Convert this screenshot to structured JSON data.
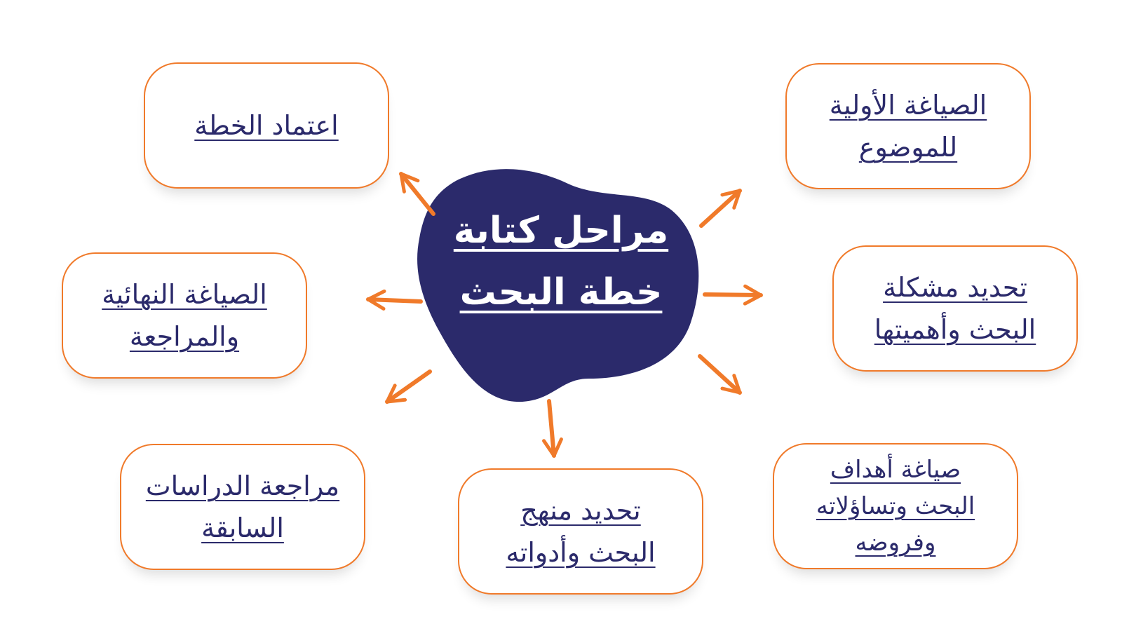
{
  "center": {
    "title": "مراحل كتابة خطة البحث"
  },
  "boxes": {
    "initial_formulation": "الصياغة الأولية للموضوع",
    "problem_definition": "تحديد مشكلة البحث وأهميتها",
    "objectives": "صياغة أهداف البحث وتساؤلاته وفروضه",
    "methodology": "تحديد منهج البحث وأدواته",
    "literature_review": "مراجعة الدراسات السابقة",
    "final_formulation": "الصياغة النهائية والمراجعة",
    "plan_approval": "اعتماد الخطة"
  },
  "colors": {
    "blob": "#2b2a6b",
    "arrow": "#f07a2a",
    "border": "#f07a2a",
    "text": "#2b2a6b"
  }
}
